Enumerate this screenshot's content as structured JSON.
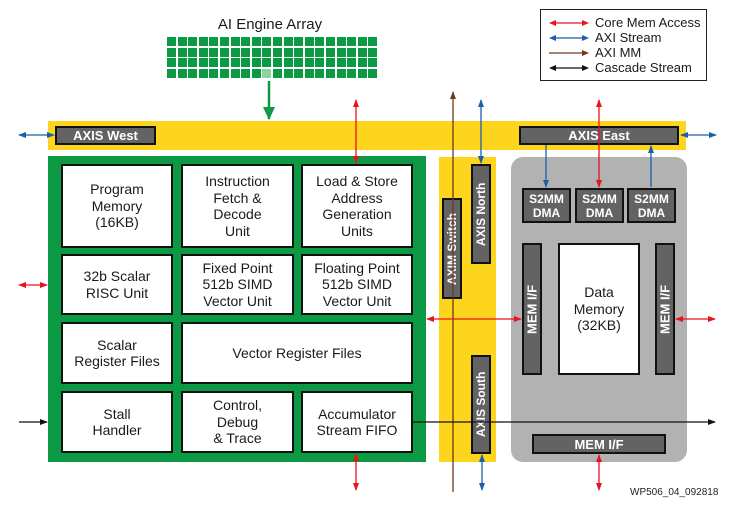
{
  "title": "AI Engine Array",
  "engine_array": {
    "rows": 4,
    "cols": 20,
    "highlighted_cell": {
      "row": 4,
      "col": 10
    }
  },
  "legend": {
    "items": [
      {
        "label": "Core Mem Access",
        "color": "#e8141b"
      },
      {
        "label": "AXI Stream",
        "color": "#1a5fa8"
      },
      {
        "label": "AXI MM",
        "color": "#6b3b1c"
      },
      {
        "label": "Cascade Stream",
        "color": "#111111"
      }
    ]
  },
  "axis": {
    "west": "AXIS West",
    "east": "AXIS East",
    "north": "AXIS North",
    "south": "AXIS South",
    "axim_switch": "AXIM Switch"
  },
  "core": {
    "blocks": {
      "program_memory": "Program\nMemory\n(16KB)",
      "instruction_fetch": "Instruction\nFetch &\nDecode\nUnit",
      "load_store": "Load & Store\nAddress\nGeneration\nUnits",
      "scalar_risc": "32b Scalar\nRISC Unit",
      "fixed_point": "Fixed Point\n512b SIMD\nVector Unit",
      "floating_point": "Floating Point\n512b SIMD\nVector Unit",
      "scalar_regs": "Scalar\nRegister Files",
      "vector_regs": "Vector Register Files",
      "stall_handler": "Stall\nHandler",
      "control_debug": "Control,\nDebug\n& Trace",
      "accumulator_fifo": "Accumulator\nStream FIFO"
    }
  },
  "memory_module": {
    "dma": [
      "S2MM\nDMA",
      "S2MM\nDMA",
      "S2MM\nDMA"
    ],
    "mem_if_left": "MEM I/F",
    "mem_if_right": "MEM I/F",
    "mem_if_bottom": "MEM I/F",
    "data_memory": "Data\nMemory\n(32KB)"
  },
  "colors": {
    "green": "#0b9a43",
    "yellow": "#fdd51d",
    "gray": "#b2b2b2",
    "dark": "#636363"
  },
  "footer": "WP506_04_092818"
}
